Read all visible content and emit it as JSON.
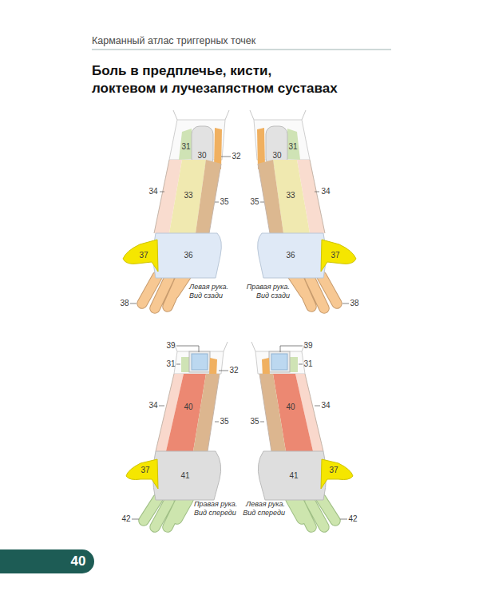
{
  "diagram": {
    "title": "Боль в предплечье, кисти, локтевом и лучезапястном суставах",
    "labels": [
      "Карманный атлас триггерных точек",
      "31",
      "30",
      "32",
      "34",
      "33",
      "35",
      "37",
      "36",
      "Левая рука. Вид сзади",
      "38",
      "31",
      "30",
      "34",
      "33",
      "35",
      "37",
      "36",
      "Правая рука. Вид сзади",
      "38",
      "39",
      "31",
      "32",
      "34",
      "40",
      "35",
      "37",
      "41",
      "Правая рука. Вид спереди",
      "42",
      "39",
      "31",
      "34",
      "40",
      "35",
      "37",
      "41",
      "Левая рука. Вид спереди",
      "42",
      "40"
    ]
  }
}
